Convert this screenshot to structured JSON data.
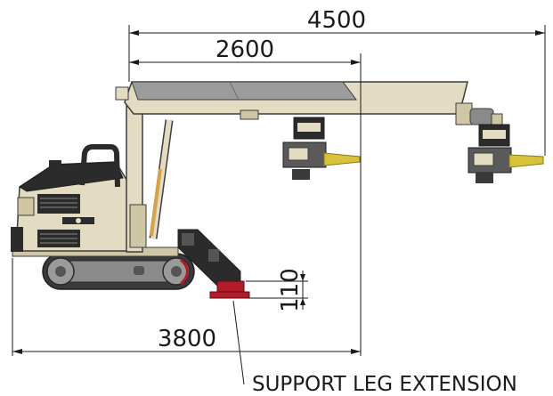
{
  "dimensions": {
    "top_span": "4500",
    "mid_span": "2600",
    "bottom_span": "3800",
    "leg_extension": "110"
  },
  "callout": {
    "label": "SUPPORT LEG EXTENSION"
  },
  "colors": {
    "body": "#e3dcc3",
    "body_shade": "#cfc6a6",
    "outline": "#3c3c3c",
    "dark": "#2b2b2b",
    "track": "#3a3a3a",
    "pad": "#b31a2a",
    "boom_top": "#9c9c9c",
    "tool_yellow": "#d8c23a",
    "dimension": "#1a1a1a"
  }
}
